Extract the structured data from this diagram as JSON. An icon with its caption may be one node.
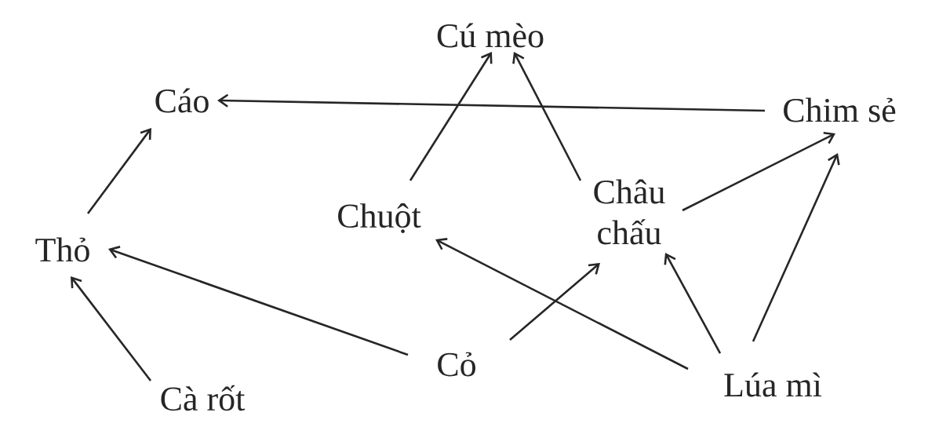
{
  "diagram": {
    "nodes": [
      {
        "text": [
          "Cú mèo"
        ]
      },
      {
        "text": [
          "Cáo"
        ]
      },
      {
        "text": [
          "Chim sẻ"
        ]
      },
      {
        "text": [
          "Chuột"
        ]
      },
      {
        "text": [
          "Châu chấu"
        ]
      },
      {
        "text": [
          "Thỏ"
        ]
      },
      {
        "text": [
          "Cỏ"
        ]
      },
      {
        "text": [
          "Lúa mì"
        ]
      },
      {
        "text": [
          "Cà rốt"
        ]
      }
    ],
    "edges": [
      {
        "from": 2,
        "to": 1,
        "arrow": "to"
      },
      {
        "from": 5,
        "to": 1,
        "arrow": "to"
      },
      {
        "from": 3,
        "to": 0,
        "arrow": "to"
      },
      {
        "from": 4,
        "to": 0,
        "arrow": "to"
      },
      {
        "from": 4,
        "to": 2,
        "arrow": "to"
      },
      {
        "from": 7,
        "to": 2,
        "arrow": "to"
      },
      {
        "from": 7,
        "to": 4,
        "arrow": "to"
      },
      {
        "from": 7,
        "to": 3,
        "arrow": "to"
      },
      {
        "from": 6,
        "to": 5,
        "arrow": "to"
      },
      {
        "from": 6,
        "to": 4,
        "arrow": "to"
      },
      {
        "from": 8,
        "to": 5,
        "arrow": "to"
      }
    ]
  }
}
